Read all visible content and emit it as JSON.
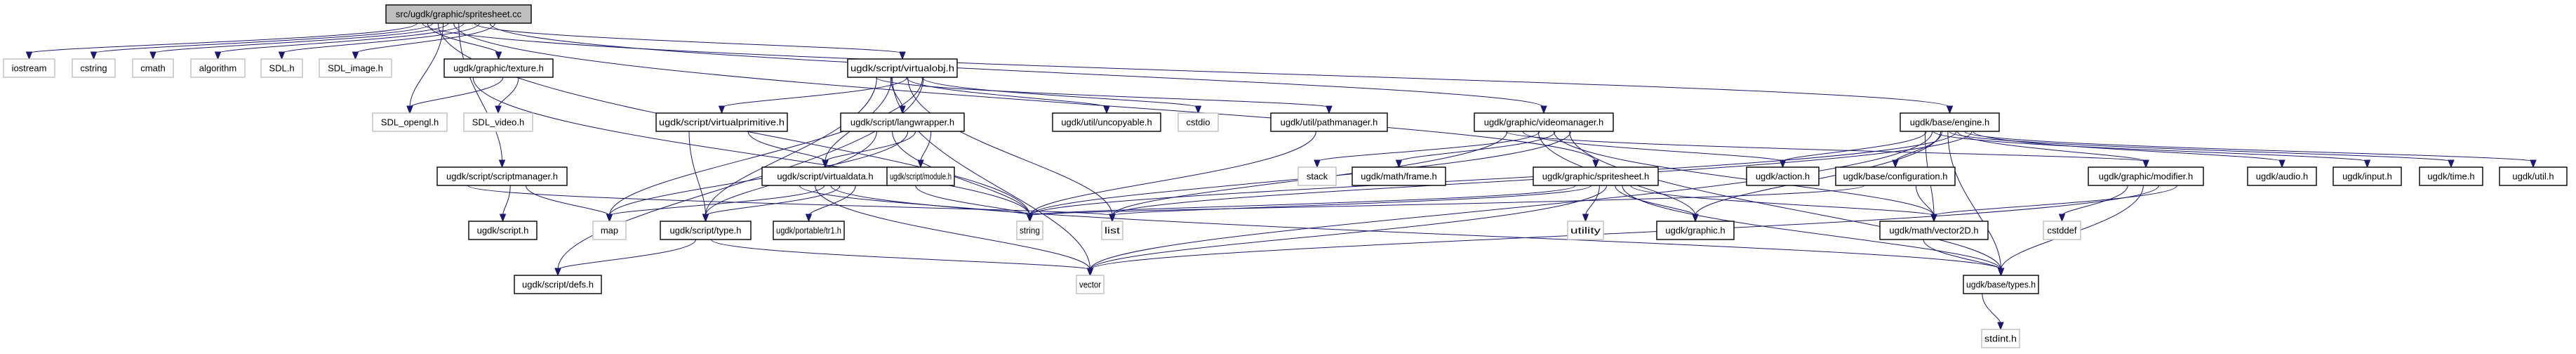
{
  "title": "src/ugdk/graphic/spritesheet.cc",
  "colors": {
    "edge": "#191970",
    "root_fill": "#bfbfbf",
    "project_border": "#000000",
    "system_border": "#bfbfbf"
  },
  "nodes": [
    {
      "id": "root",
      "label": "src/ugdk/graphic/spritesheet.cc",
      "kind": "root"
    },
    {
      "id": "iostream",
      "label": "iostream",
      "kind": "sys"
    },
    {
      "id": "cstring",
      "label": "cstring",
      "kind": "sys"
    },
    {
      "id": "cmath",
      "label": "cmath",
      "kind": "sys"
    },
    {
      "id": "algorithm",
      "label": "algorithm",
      "kind": "sys"
    },
    {
      "id": "sdl",
      "label": "SDL.h",
      "kind": "sys"
    },
    {
      "id": "sdlimage",
      "label": "SDL_image.h",
      "kind": "sys"
    },
    {
      "id": "texture",
      "label": "ugdk/graphic/texture.h",
      "kind": "proj"
    },
    {
      "id": "sdlopengl",
      "label": "SDL_opengl.h",
      "kind": "sys"
    },
    {
      "id": "sdlvideo",
      "label": "SDL_video.h",
      "kind": "sys"
    },
    {
      "id": "virtualobj",
      "label": "ugdk/script/virtualobj.h",
      "kind": "proj"
    },
    {
      "id": "virtualprimitive",
      "label": "ugdk/script/virtualprimitive.h",
      "kind": "proj"
    },
    {
      "id": "langwrapper",
      "label": "ugdk/script/langwrapper.h",
      "kind": "proj"
    },
    {
      "id": "uncopyable",
      "label": "ugdk/util/uncopyable.h",
      "kind": "proj"
    },
    {
      "id": "cstdio",
      "label": "cstdio",
      "kind": "sys"
    },
    {
      "id": "pathmanager",
      "label": "ugdk/util/pathmanager.h",
      "kind": "proj"
    },
    {
      "id": "scriptmanager",
      "label": "ugdk/script/scriptmanager.h",
      "kind": "proj"
    },
    {
      "id": "virtualdata",
      "label": "ugdk/script/virtualdata.h",
      "kind": "proj"
    },
    {
      "id": "module",
      "label": "ugdk/script/module.h",
      "kind": "proj"
    },
    {
      "id": "script",
      "label": "ugdk/script.h",
      "kind": "proj"
    },
    {
      "id": "map",
      "label": "map",
      "kind": "sys"
    },
    {
      "id": "type",
      "label": "ugdk/script/type.h",
      "kind": "proj"
    },
    {
      "id": "tr1",
      "label": "ugdk/portable/tr1.h",
      "kind": "proj"
    },
    {
      "id": "string",
      "label": "string",
      "kind": "sys"
    },
    {
      "id": "list",
      "label": "list",
      "kind": "sys"
    },
    {
      "id": "defs",
      "label": "ugdk/script/defs.h",
      "kind": "proj"
    },
    {
      "id": "vector",
      "label": "vector",
      "kind": "sys"
    },
    {
      "id": "videomanager",
      "label": "ugdk/graphic/videomanager.h",
      "kind": "proj"
    },
    {
      "id": "stack",
      "label": "stack",
      "kind": "sys"
    },
    {
      "id": "frame",
      "label": "ugdk/math/frame.h",
      "kind": "proj"
    },
    {
      "id": "spritesheeth",
      "label": "ugdk/graphic/spritesheet.h",
      "kind": "proj"
    },
    {
      "id": "utility",
      "label": "utility",
      "kind": "sys"
    },
    {
      "id": "graphic",
      "label": "ugdk/graphic.h",
      "kind": "proj"
    },
    {
      "id": "action",
      "label": "ugdk/action.h",
      "kind": "proj"
    },
    {
      "id": "configuration",
      "label": "ugdk/base/configuration.h",
      "kind": "proj"
    },
    {
      "id": "vector2d",
      "label": "ugdk/math/vector2D.h",
      "kind": "proj"
    },
    {
      "id": "engine",
      "label": "ugdk/base/engine.h",
      "kind": "proj"
    },
    {
      "id": "modifier",
      "label": "ugdk/graphic/modifier.h",
      "kind": "proj"
    },
    {
      "id": "cstddef",
      "label": "cstddef",
      "kind": "sys"
    },
    {
      "id": "types",
      "label": "ugdk/base/types.h",
      "kind": "proj"
    },
    {
      "id": "stdint",
      "label": "stdint.h",
      "kind": "sys"
    },
    {
      "id": "audio",
      "label": "ugdk/audio.h",
      "kind": "proj"
    },
    {
      "id": "input",
      "label": "ugdk/input.h",
      "kind": "proj"
    },
    {
      "id": "time",
      "label": "ugdk/time.h",
      "kind": "proj"
    },
    {
      "id": "util",
      "label": "ugdk/util.h",
      "kind": "proj"
    }
  ],
  "edges": [
    [
      "root",
      "iostream"
    ],
    [
      "root",
      "cstring"
    ],
    [
      "root",
      "cmath"
    ],
    [
      "root",
      "algorithm"
    ],
    [
      "root",
      "sdl"
    ],
    [
      "root",
      "sdlimage"
    ],
    [
      "root",
      "texture"
    ],
    [
      "root",
      "sdlopengl"
    ],
    [
      "root",
      "scriptmanager"
    ],
    [
      "root",
      "virtualobj"
    ],
    [
      "root",
      "videomanager"
    ],
    [
      "root",
      "engine"
    ],
    [
      "root",
      "string"
    ],
    [
      "root",
      "spritesheeth"
    ],
    [
      "texture",
      "sdlopengl"
    ],
    [
      "texture",
      "sdlvideo"
    ],
    [
      "texture",
      "string"
    ],
    [
      "virtualobj",
      "langwrapper"
    ],
    [
      "virtualobj",
      "uncopyable"
    ],
    [
      "virtualobj",
      "cstdio"
    ],
    [
      "virtualobj",
      "pathmanager"
    ],
    [
      "virtualobj",
      "virtualdata"
    ],
    [
      "virtualobj",
      "virtualprimitive"
    ],
    [
      "virtualobj",
      "map"
    ],
    [
      "virtualobj",
      "type"
    ],
    [
      "virtualobj",
      "vector"
    ],
    [
      "virtualobj",
      "list"
    ],
    [
      "virtualobj",
      "defs"
    ],
    [
      "virtualprimitive",
      "virtualdata"
    ],
    [
      "virtualprimitive",
      "type"
    ],
    [
      "langwrapper",
      "virtualdata"
    ],
    [
      "langwrapper",
      "module"
    ],
    [
      "langwrapper",
      "type"
    ],
    [
      "langwrapper",
      "string"
    ],
    [
      "langwrapper",
      "map"
    ],
    [
      "pathmanager",
      "string"
    ],
    [
      "scriptmanager",
      "script"
    ],
    [
      "scriptmanager",
      "map"
    ],
    [
      "scriptmanager",
      "list"
    ],
    [
      "virtualdata",
      "map"
    ],
    [
      "virtualdata",
      "type"
    ],
    [
      "virtualdata",
      "tr1"
    ],
    [
      "virtualdata",
      "string"
    ],
    [
      "virtualdata",
      "vector"
    ],
    [
      "virtualdata",
      "types"
    ],
    [
      "module",
      "string"
    ],
    [
      "type",
      "defs"
    ],
    [
      "type",
      "vector"
    ],
    [
      "videomanager",
      "stack"
    ],
    [
      "videomanager",
      "frame"
    ],
    [
      "videomanager",
      "string"
    ],
    [
      "videomanager",
      "list"
    ],
    [
      "videomanager",
      "action"
    ],
    [
      "videomanager",
      "graphic"
    ],
    [
      "videomanager",
      "vector2d"
    ],
    [
      "videomanager",
      "types"
    ],
    [
      "videomanager",
      "modifier"
    ],
    [
      "spritesheeth",
      "utility"
    ],
    [
      "spritesheeth",
      "graphic"
    ],
    [
      "spritesheeth",
      "vector2d"
    ],
    [
      "spritesheeth",
      "string"
    ],
    [
      "spritesheeth",
      "list"
    ],
    [
      "spritesheeth",
      "vector"
    ],
    [
      "spritesheeth",
      "types"
    ],
    [
      "engine",
      "action"
    ],
    [
      "engine",
      "configuration"
    ],
    [
      "engine",
      "modifier"
    ],
    [
      "engine",
      "audio"
    ],
    [
      "engine",
      "input"
    ],
    [
      "engine",
      "time"
    ],
    [
      "engine",
      "util"
    ],
    [
      "engine",
      "vector2d"
    ],
    [
      "engine",
      "graphic"
    ],
    [
      "engine",
      "string"
    ],
    [
      "engine",
      "list"
    ],
    [
      "engine",
      "vector"
    ],
    [
      "engine",
      "types"
    ],
    [
      "configuration",
      "vector2d"
    ],
    [
      "configuration",
      "string"
    ],
    [
      "modifier",
      "vector2d"
    ],
    [
      "modifier",
      "cstddef"
    ],
    [
      "modifier",
      "types"
    ],
    [
      "modifier",
      "vector"
    ],
    [
      "vector2d",
      "types"
    ],
    [
      "types",
      "stdint"
    ]
  ]
}
